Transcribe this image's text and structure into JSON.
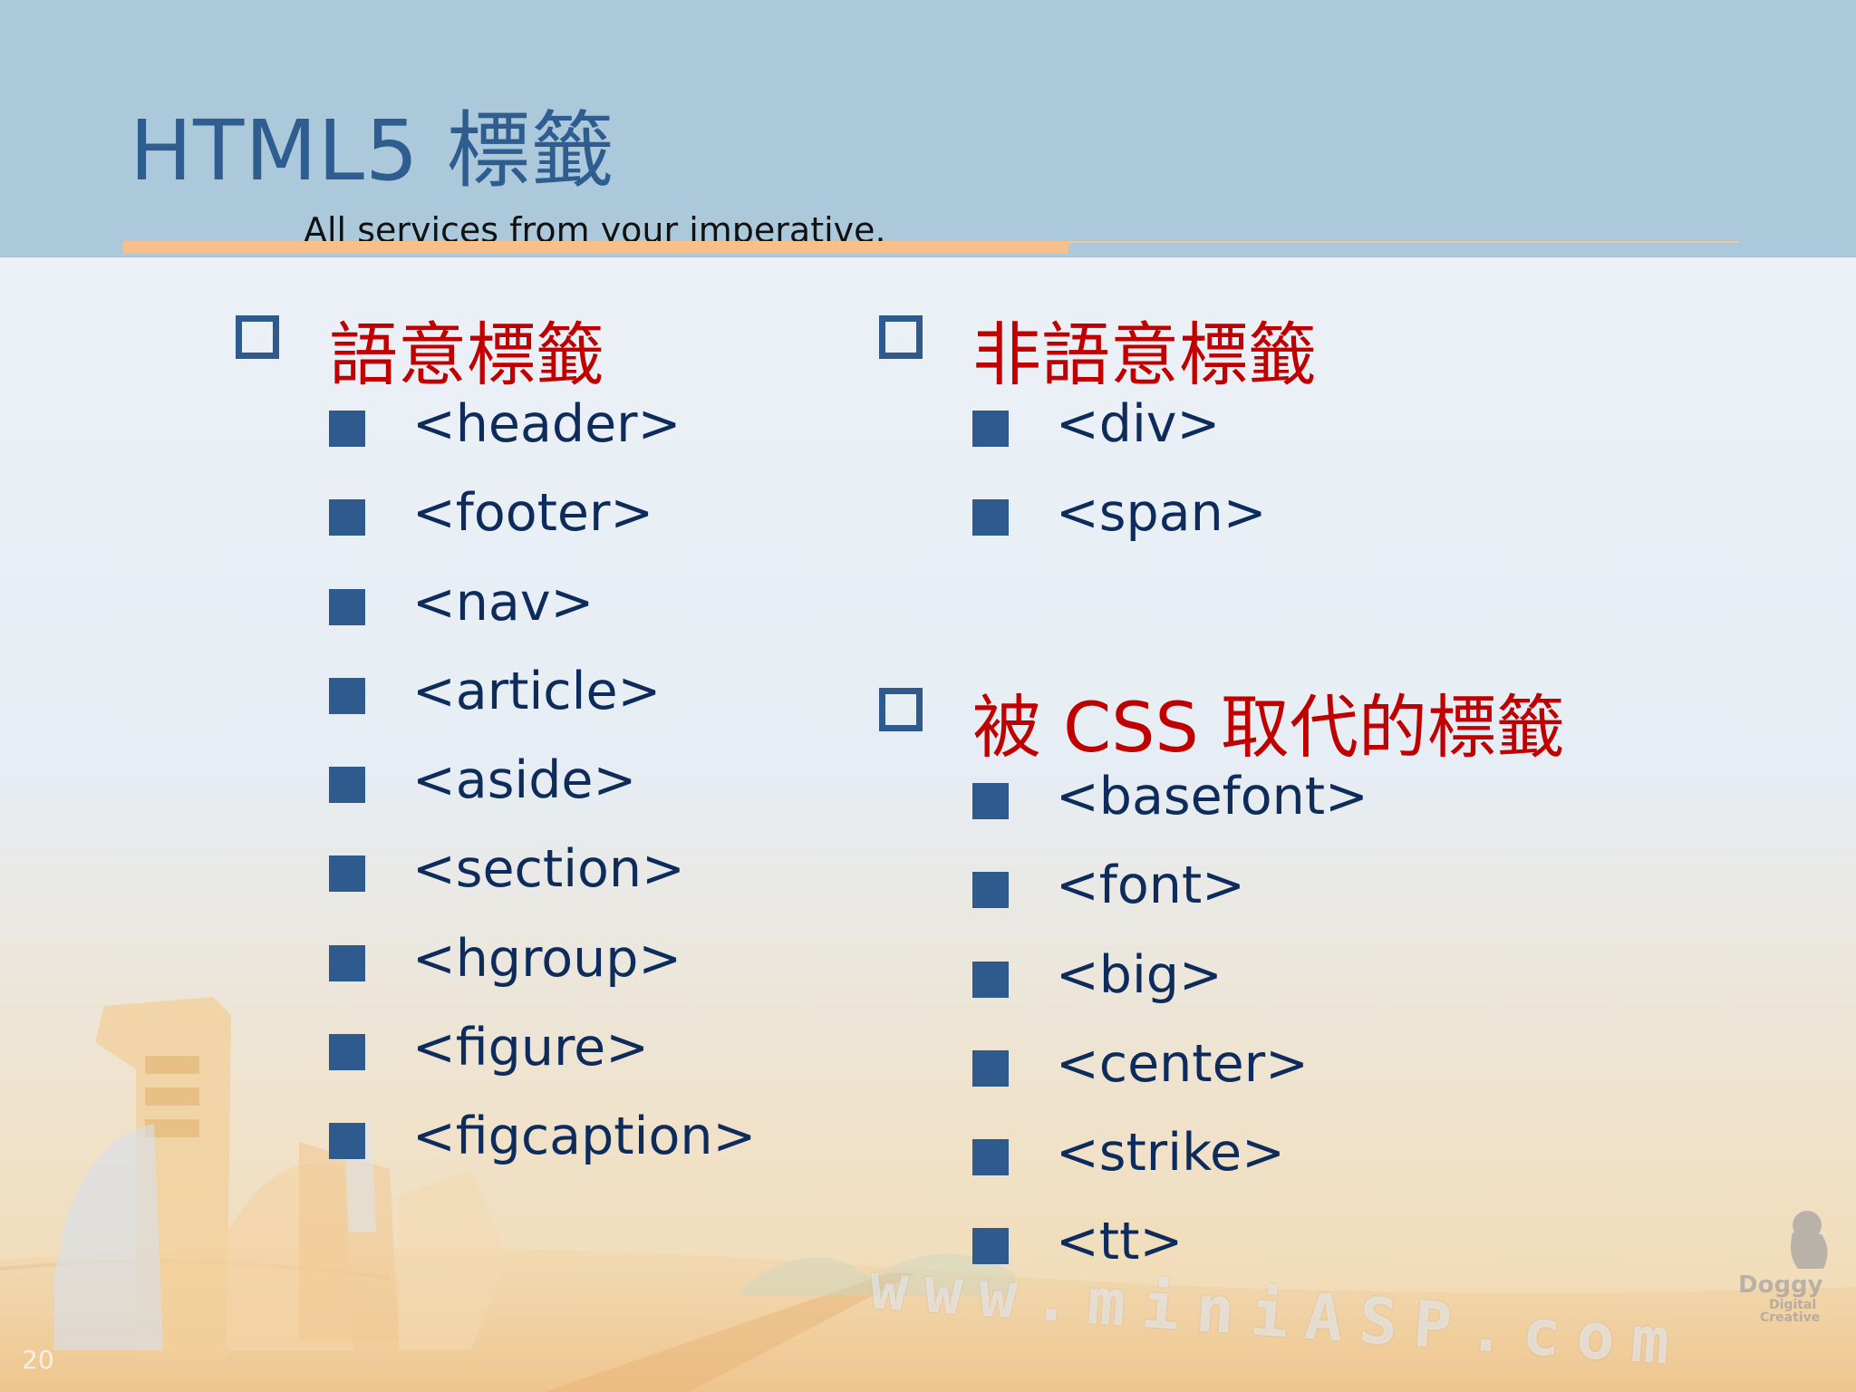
{
  "slide": {
    "title": "HTML5 標籤",
    "subtitle": "All services from your imperative.",
    "slide_number": "20",
    "watermark": "www.miniASP.com"
  },
  "columns": [
    {
      "heading": "語意標籤",
      "items": [
        "<header>",
        "<footer>",
        "<nav>",
        "<article>",
        "<aside>",
        "<section>",
        "<hgroup>",
        "<figure>",
        "<figcaption>"
      ]
    },
    {
      "heading": "非語意標籤",
      "items": [
        "<div>",
        "<span>"
      ]
    },
    {
      "heading": "被 CSS 取代的標籤",
      "items": [
        "<basefont>",
        "<font>",
        "<big>",
        "<center>",
        "<strike>",
        "<tt>"
      ]
    }
  ],
  "colors": {
    "header_band": "#abc9db",
    "title": "#2f5d8f",
    "heading_red": "#c00000",
    "bullet_blue": "#2e5a8e",
    "item_text": "#0d2c5c",
    "accent_orange": "#f7c08a"
  }
}
